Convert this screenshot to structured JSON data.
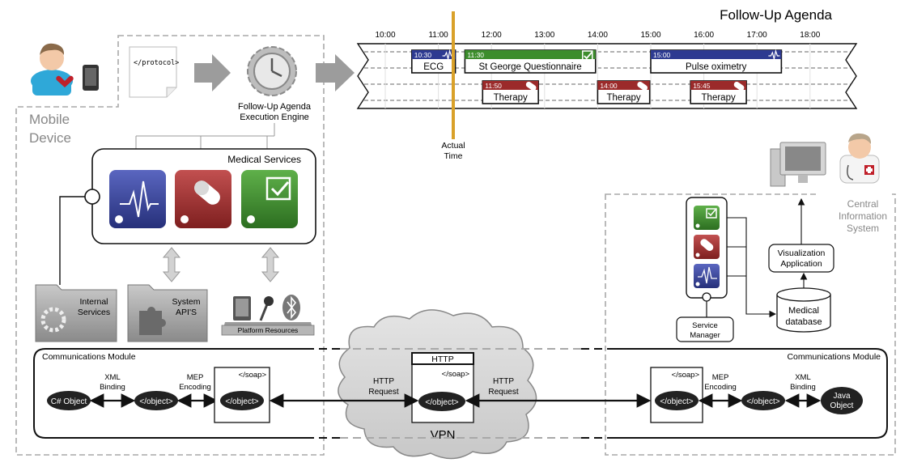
{
  "agenda": {
    "title": "Follow-Up Agenda",
    "times": [
      "10:00",
      "11:00",
      "12:00",
      "13:00",
      "14:00",
      "15:00",
      "16:00",
      "17:00",
      "18:00"
    ],
    "row1": [
      {
        "start": "10:30",
        "label": "ECG",
        "color": "#2d3a91",
        "icon": "ecg-icon"
      },
      {
        "start": "11:30",
        "label": "St George Questionnaire",
        "color": "#3c8d2c",
        "icon": "checkbox-icon"
      },
      {
        "start": "15:00",
        "label": "Pulse oximetry",
        "color": "#2d3a91",
        "icon": "ecg-icon"
      }
    ],
    "row2": [
      {
        "start": "11:50",
        "label": "Therapy",
        "color": "#9b2a2a",
        "icon": "pill-icon"
      },
      {
        "start": "14:00",
        "label": "Therapy",
        "color": "#9b2a2a",
        "icon": "pill-icon"
      },
      {
        "start": "15:45",
        "label": "Therapy",
        "color": "#9b2a2a",
        "icon": "pill-icon"
      }
    ],
    "actual_time_label_1": "Actual",
    "actual_time_label_2": "Time",
    "actual_time_color": "#d9a12a"
  },
  "mobile": {
    "label_line1": "Mobile",
    "label_line2": "Device",
    "protocol_doc": "</protocol>",
    "engine_line1": "Follow-Up Agenda",
    "engine_line2": "Execution Engine",
    "medical_services": "Medical Services",
    "internal_services_1": "Internal",
    "internal_services_2": "Services",
    "system_apis_1": "System",
    "system_apis_2": "API'S",
    "platform_resources": "Platform Resources"
  },
  "comms_left": {
    "title": "Communications Module",
    "obj1": "C# Object",
    "binding_1": "XML",
    "binding_2": "Binding",
    "obj2": "</object>",
    "mep_1": "MEP",
    "mep_2": "Encoding",
    "soap": "</soap>",
    "obj3": "</object>",
    "http_1": "HTTP",
    "http_2": "Request"
  },
  "vpn": {
    "label": "VPN",
    "http_box": "HTTP",
    "soap": "</soap>",
    "obj": "</object>"
  },
  "comms_right": {
    "title": "Communications Module",
    "http_1": "HTTP",
    "http_2": "Request",
    "soap": "</soap>",
    "obj1": "</object>",
    "mep_1": "MEP",
    "mep_2": "Encoding",
    "obj2": "</object>",
    "binding_1": "XML",
    "binding_2": "Binding",
    "obj3_1": "Java",
    "obj3_2": "Object"
  },
  "cis": {
    "label_1": "Central",
    "label_2": "Information",
    "label_3": "System",
    "viz_1": "Visualization",
    "viz_2": "Application",
    "db_1": "Medical",
    "db_2": "database",
    "sm_1": "Service",
    "sm_2": "Manager"
  },
  "colors": {
    "blue": "#2d3a91",
    "red": "#9b2a2a",
    "green": "#3c8d2c",
    "dash_gray": "#a8a8a8"
  }
}
